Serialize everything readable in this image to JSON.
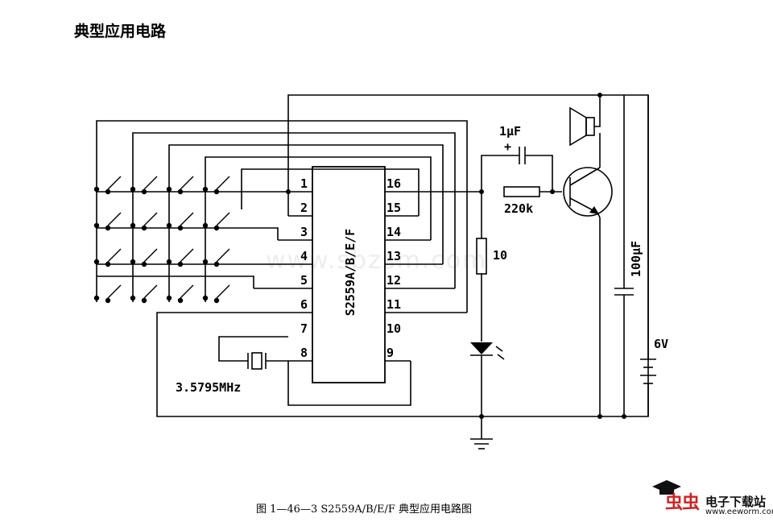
{
  "title": "典型应用电路",
  "watermark": "www.sbzsm.com",
  "ic": {
    "name": "S2559A/B/E/F",
    "pins_left": [
      "1",
      "2",
      "3",
      "4",
      "5",
      "6",
      "7",
      "8"
    ],
    "pins_right": [
      "16",
      "15",
      "14",
      "13",
      "12",
      "11",
      "10",
      "9"
    ]
  },
  "components": {
    "capacitor_1uf": "1μF",
    "capacitor_polarity": "+",
    "resistor_220k": "220k",
    "resistor_10": "10",
    "capacitor_100uf": "100μF",
    "battery": "6V",
    "crystal": "3.5795MHz"
  },
  "caption": "图 1—46—3   S2559A/B/E/F 典型应用电路图",
  "logo": {
    "main": "虫虫",
    "sub": "电子下载站",
    "url": "www.eeworm.com"
  }
}
